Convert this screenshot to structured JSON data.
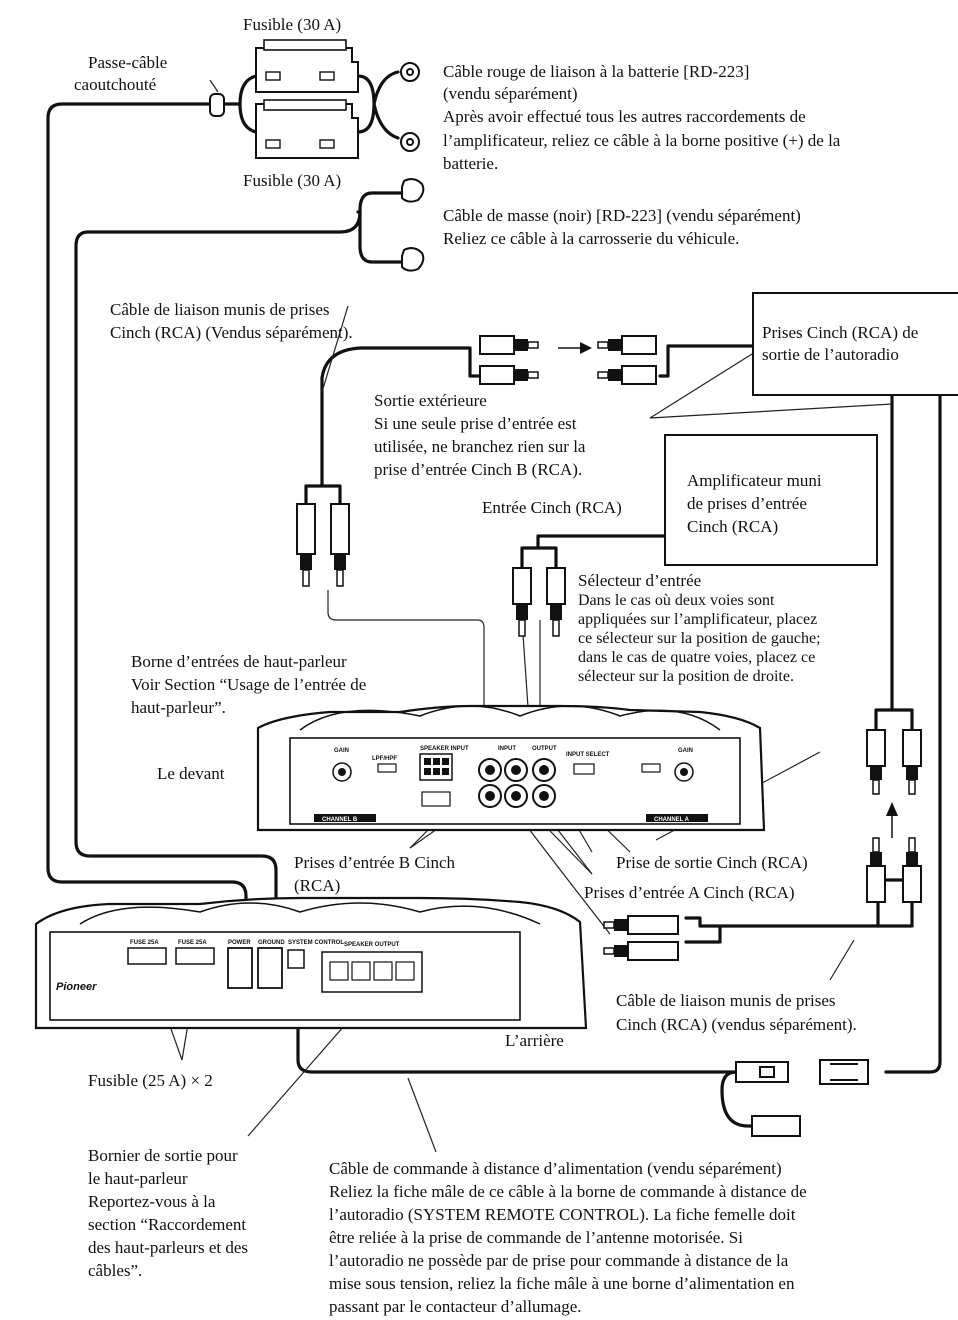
{
  "labels": {
    "fuse_top": "Fusible (30 A)",
    "fuse_bottom": "Fusible (30 A)",
    "grommet": [
      "Passe-câble",
      "caoutchouté"
    ],
    "battery_cable": [
      "Câble rouge de liaison à la batterie [RD-223]",
      "(vendu séparément)",
      "Après avoir effectué tous les autres raccordements de",
      "l’amplificateur, reliez ce câble à la borne positive (+) de la",
      "batterie."
    ],
    "ground_cable": [
      "Câble de masse (noir) [RD-223] (vendu séparément)",
      "Reliez ce câble à la carrosserie du véhicule."
    ],
    "rca_cable_top": [
      "Câble de liaison munis de prises",
      "Cinch (RCA) (Vendus séparément)."
    ],
    "head_unit_box": [
      "Prises Cinch (RCA) de",
      "sortie de l’autoradio"
    ],
    "external_output": [
      "Sortie extérieure",
      "Si une seule prise d’entrée est",
      "utilisée, ne branchez rien sur la",
      "prise d’entrée Cinch B (RCA)."
    ],
    "amp_box": [
      "Amplificateur muni",
      "de prises d’entrée",
      "Cinch (RCA)"
    ],
    "rca_input": "Entrée Cinch (RCA)",
    "input_selector": [
      "Sélecteur d’entrée",
      "Dans le cas où deux voies sont",
      "appliquées sur l’amplificateur, placez",
      "ce sélecteur sur la position de gauche;",
      "dans le cas de quatre voies, placez ce",
      "sélecteur sur la position de droite."
    ],
    "speaker_input": [
      "Borne d’entrées de haut-parleur",
      "Voir Section “Usage de l’entrée de",
      "haut-parleur”."
    ],
    "front": "Le devant",
    "inputs_b": [
      "Prises d’entrée B Cinch",
      "(RCA)"
    ],
    "output_jack": "Prise de sortie Cinch (RCA)",
    "inputs_a": "Prises d’entrée A Cinch (RCA)",
    "rear": "L’arrière",
    "rca_cable_bottom": [
      "Câble de liaison munis de prises",
      "Cinch (RCA) (vendus séparément)."
    ],
    "fuse_25": "Fusible (25 A) × 2",
    "speaker_terminal": [
      "Bornier de sortie pour",
      "le haut-parleur",
      "Reportez-vous à la",
      "section “Raccordement",
      "des haut-parleurs et des",
      "câbles”."
    ],
    "remote_cable": [
      "Câble de commande à distance d’alimentation (vendu séparément)",
      "Reliez la fiche mâle de ce câble à la borne de commande à distance de",
      "l’autoradio (SYSTEM REMOTE CONTROL). La fiche femelle doit",
      "être reliée à la prise de commande de l’antenne motorisée. Si",
      "l’autoradio ne possède par de prise pour commande à distance de la",
      "mise sous tension, reliez la fiche mâle à une borne d’alimentation en",
      "passant par le contacteur d’allumage."
    ]
  },
  "amp_front_panel": {
    "gain_left": "GAIN",
    "speaker_input": "SPEAKER INPUT",
    "lpf_hpf": "LPF/HPF",
    "input": "INPUT",
    "output": "OUTPUT",
    "input_select": "INPUT SELECT",
    "gain_right": "GAIN",
    "channel_b": "CHANNEL B",
    "channel_a": "CHANNEL A"
  },
  "amp_rear_panel": {
    "fuse_1": "FUSE 25A",
    "fuse_2": "FUSE 25A",
    "power": "POWER",
    "ground": "GROUND",
    "system_control": "SYSTEM CONTROL",
    "speaker_output": "SPEAKER OUTPUT",
    "brand": "Pioneer"
  }
}
